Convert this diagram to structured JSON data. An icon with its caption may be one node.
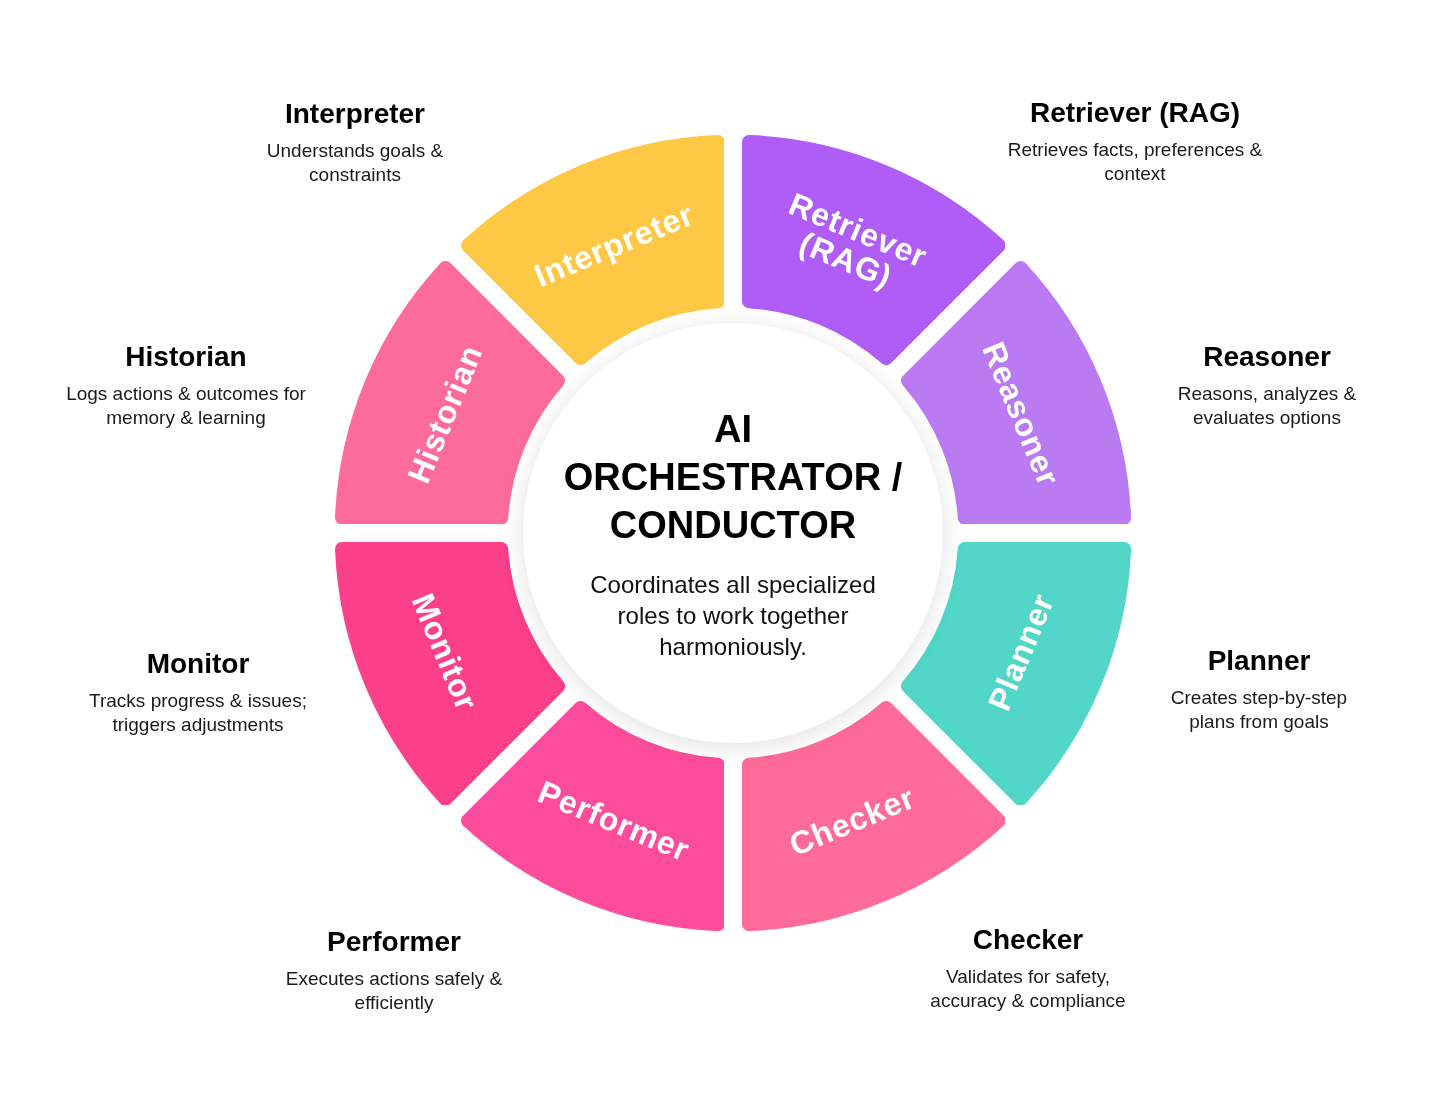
{
  "diagram": {
    "nodes": [
      {
        "text": [
          "AI ORCHESTRATOR / CONDUCTOR",
          "Coordinates all specialized roles to work together harmoniously."
        ]
      },
      {
        "text": [
          "Interpreter"
        ],
        "beside": [
          "Interpreter",
          "Understands goals & constraints"
        ]
      },
      {
        "text": [
          "Retriever (RAG)"
        ],
        "beside": [
          "Retriever (RAG)",
          "Retrieves facts, preferences & context"
        ]
      },
      {
        "text": [
          "Reasoner"
        ],
        "beside": [
          "Reasoner",
          "Reasons, analyzes & evaluates options"
        ]
      },
      {
        "text": [
          "Planner"
        ],
        "beside": [
          "Planner",
          "Creates step-by-step plans from goals"
        ]
      },
      {
        "text": [
          "Checker"
        ],
        "beside": [
          "Checker",
          "Validates for safety, accuracy & compliance"
        ]
      },
      {
        "text": [
          "Performer"
        ],
        "beside": [
          "Performer",
          "Executes actions safely & efficiently"
        ]
      },
      {
        "text": [
          "Monitor"
        ],
        "beside": [
          "Monitor",
          "Tracks progress & issues; triggers adjustments"
        ]
      },
      {
        "text": [
          "Historian"
        ],
        "beside": [
          "Historian",
          "Logs actions & outcomes for memory & learning"
        ]
      }
    ]
  }
}
